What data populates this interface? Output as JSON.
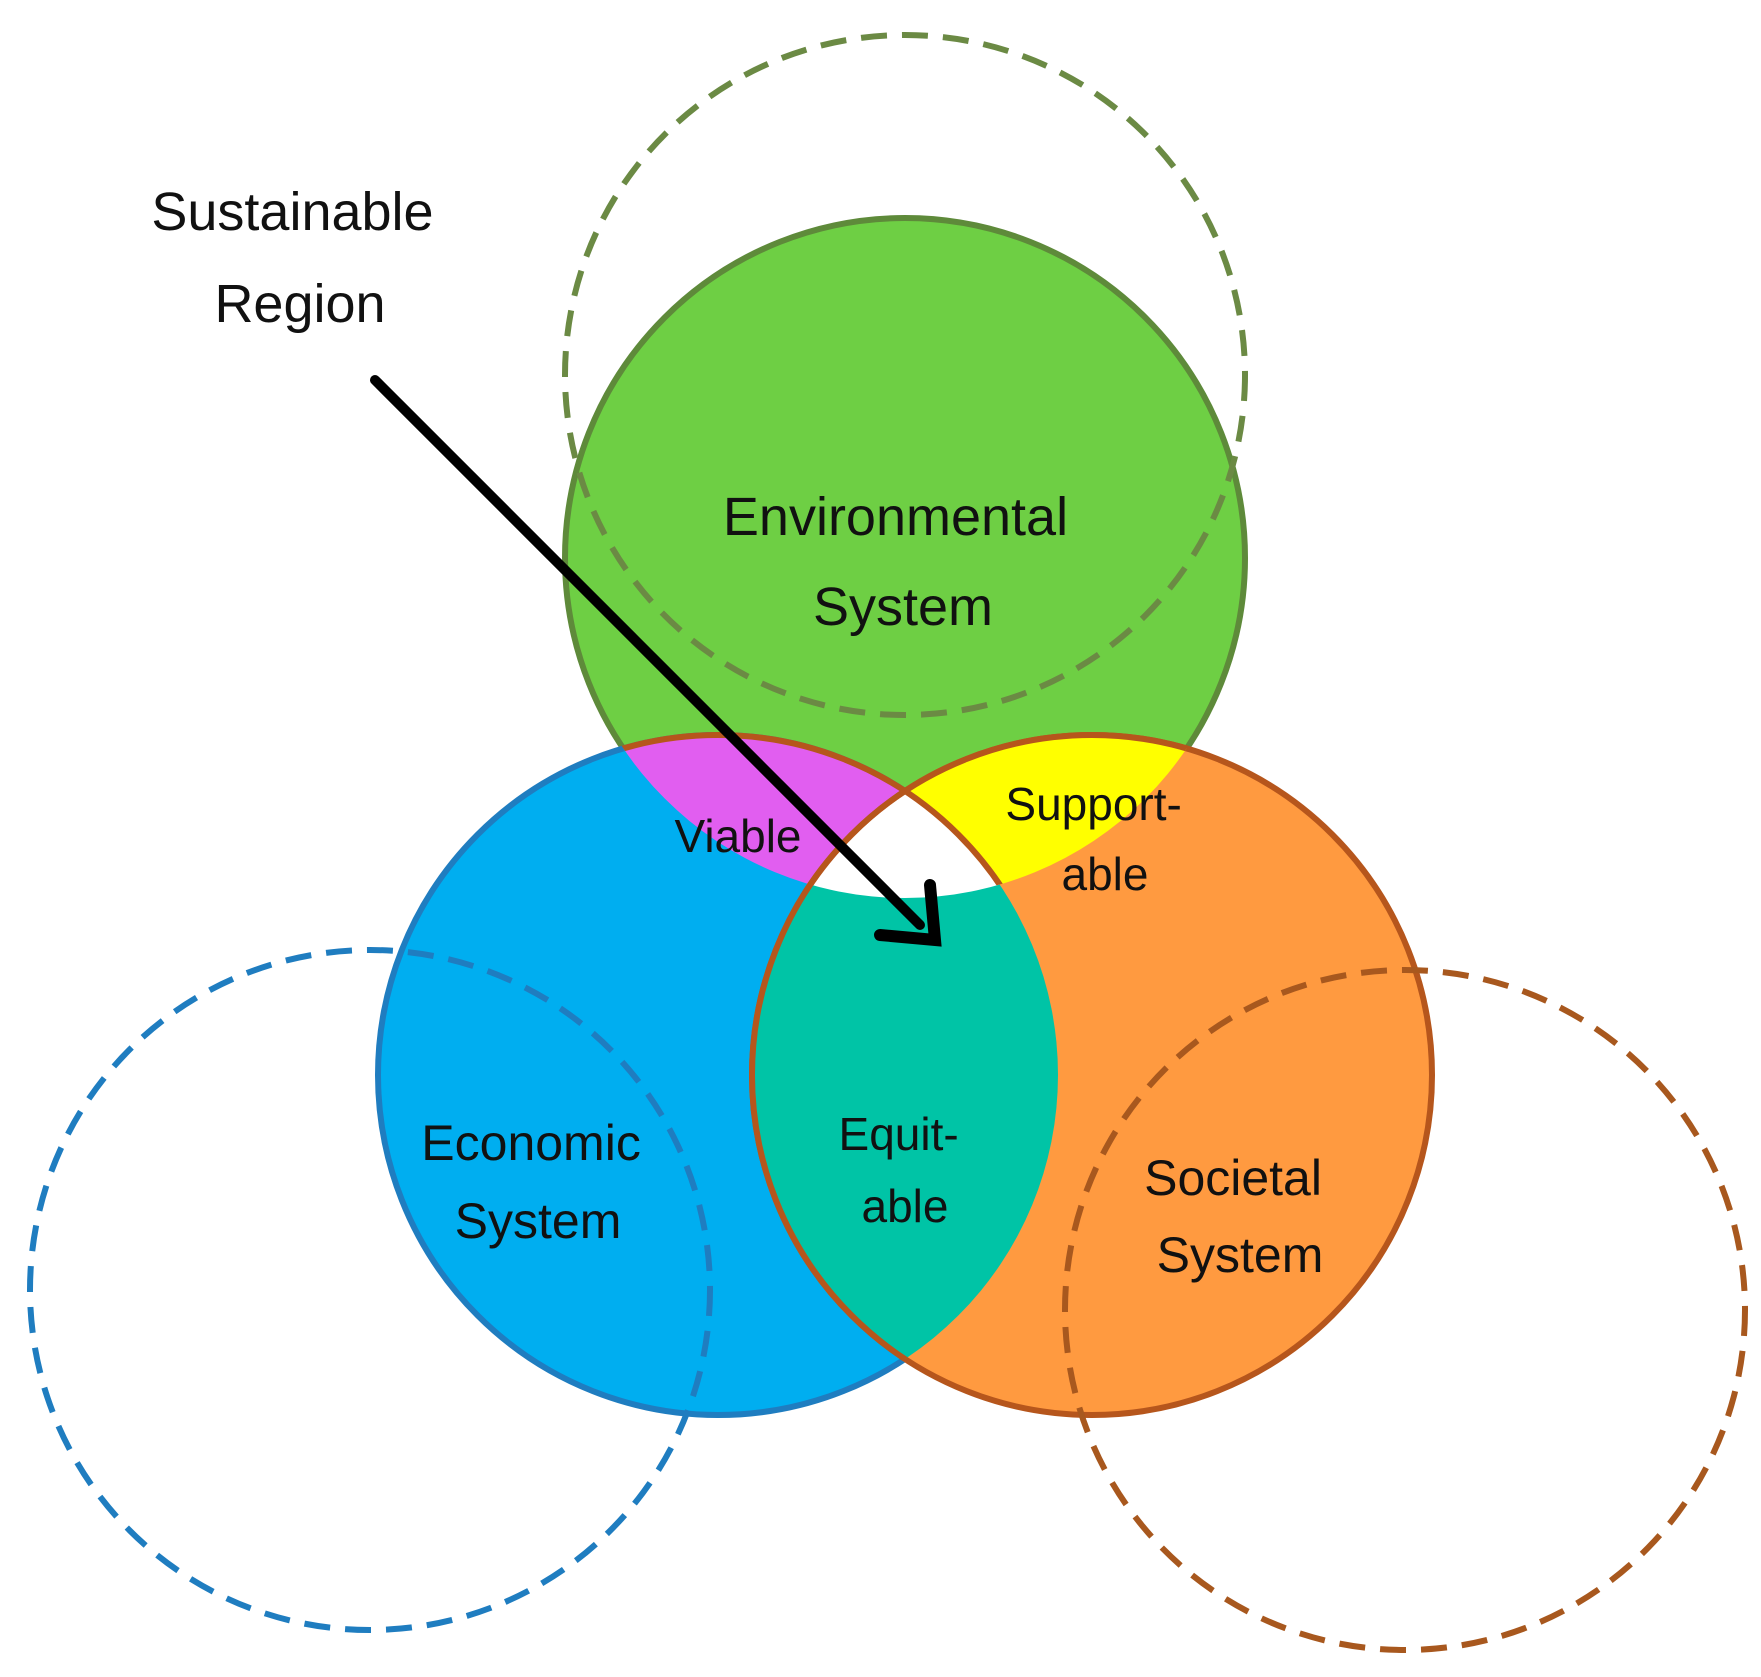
{
  "colors": {
    "environmental_fill": "#6ecf44",
    "environmental_stroke": "#5e8a3a",
    "environmental_dashed": "#6b8a44",
    "economic_fill": "#00aef0",
    "economic_stroke": "#1f7dc0",
    "economic_dashed": "#1f7dc0",
    "societal_fill": "#ff9a40",
    "societal_stroke": "#b6561c",
    "societal_dashed": "#a8581e",
    "viable_fill": "#e15ef0",
    "supportable_fill": "#ffff00",
    "equitable_fill": "#00c4a6",
    "sustainable_fill": "#ffffff",
    "arrow": "#000000"
  },
  "labels": {
    "sustainable_region": [
      "Sustainable",
      "Region"
    ],
    "environmental_system": [
      "Environmental",
      "System"
    ],
    "economic_system": [
      "Economic",
      "System"
    ],
    "societal_system": [
      "Societal",
      "System"
    ],
    "viable": "Viable",
    "supportable": [
      "Support-",
      "able"
    ],
    "equitable": [
      "Equit-",
      "able"
    ]
  }
}
